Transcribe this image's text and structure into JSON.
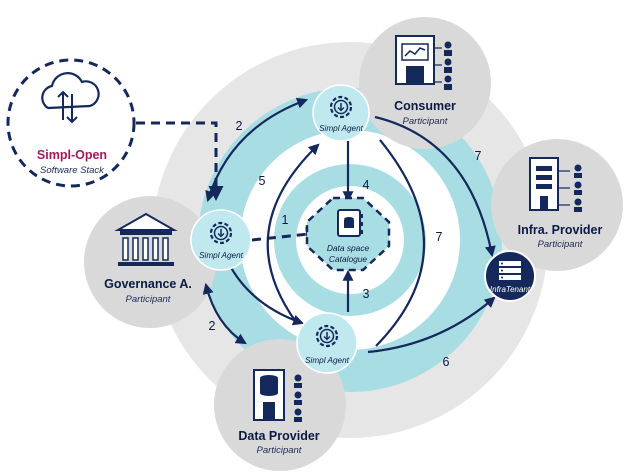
{
  "nodes": {
    "simpl_open": {
      "title": "Simpl-Open",
      "subtitle": "Software Stack"
    },
    "consumer": {
      "title": "Consumer",
      "subtitle": "Participant"
    },
    "infra_provider": {
      "title": "Infra. Provider",
      "subtitle": "Participant"
    },
    "governance": {
      "title": "Governance A.",
      "subtitle": "Participant"
    },
    "data_provider": {
      "title": "Data Provider",
      "subtitle": "Participant"
    },
    "catalogue": {
      "line1": "Data space",
      "line2": "Catalogue"
    },
    "infra_tenant": {
      "label": "InfraTenant"
    }
  },
  "agents": {
    "top": "Simpl Agent",
    "left": "Simpl Agent",
    "bottom": "Simpl Agent"
  },
  "steps": {
    "s1": "1",
    "s2_top": "2",
    "s2_bottom": "2",
    "s3": "3",
    "s4": "4",
    "s5": "5",
    "s6": "6",
    "s7_top": "7",
    "s7_mid": "7"
  },
  "colors": {
    "navy": "#14285c",
    "teal_ring": "#a9dde4",
    "agent_fill": "#bfe9ef",
    "participant_gray": "#d9d9d9",
    "simpl_magenta": "#a3195b"
  }
}
